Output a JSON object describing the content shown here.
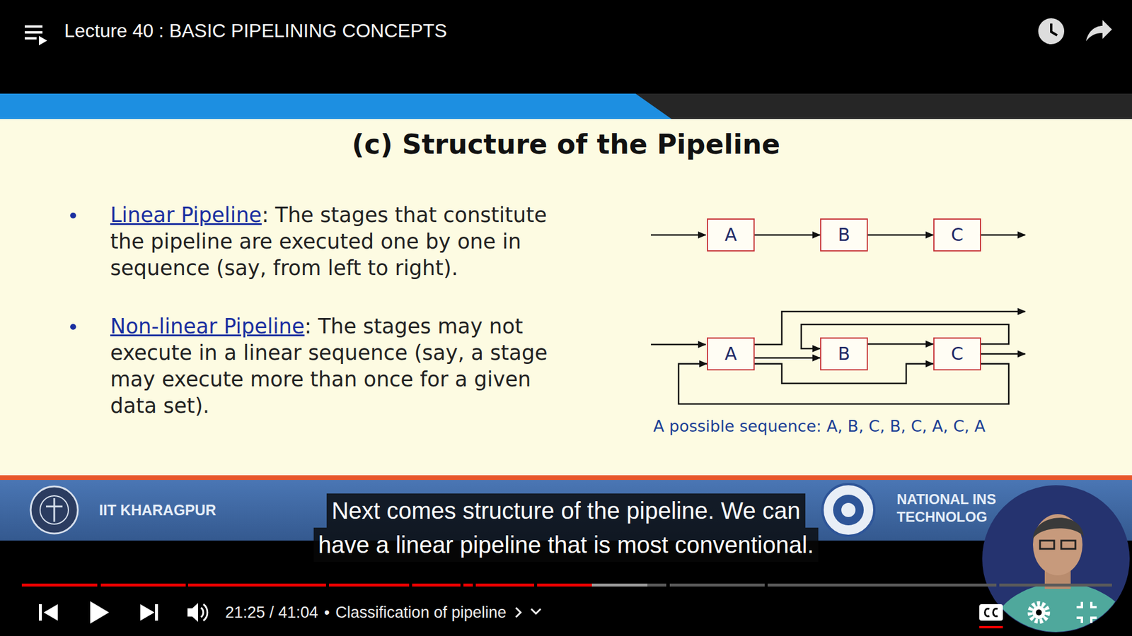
{
  "diagram": {
    "title": "(c) Structure of the Pipeline",
    "nodes": [
      {
        "text": [
          "A"
        ]
      },
      {
        "text": [
          "B"
        ]
      },
      {
        "text": [
          "C"
        ]
      },
      {
        "text": [
          "A"
        ]
      },
      {
        "text": [
          "B"
        ]
      },
      {
        "text": [
          "C"
        ]
      }
    ],
    "edges": [
      {
        "from": 0,
        "to": 1,
        "arrow": "to"
      },
      {
        "from": 1,
        "to": 2,
        "arrow": "to"
      },
      {
        "from": 3,
        "to": 4,
        "arrow": "to"
      },
      {
        "from": 3,
        "to": 5,
        "arrow": "to"
      },
      {
        "from": 4,
        "to": 5,
        "arrow": "to"
      },
      {
        "from": 5,
        "to": 4,
        "arrow": "to"
      },
      {
        "from": 5,
        "to": 3,
        "arrow": "to"
      }
    ],
    "labels": [
      "Lecture 40 : BASIC PIPELINING CONCEPTS",
      "Linear Pipeline",
      ": The stages that constitute the pipeline are executed one by one in sequence (say, from left to right).",
      "Non-linear Pipeline",
      ": The stages may not execute in a linear sequence (say, a stage may execute more than once for a given data set).",
      "A possible sequence: A, B, C, B, C, A, C, A",
      "IIT KHARAGPUR",
      "NATIONAL INS",
      "TECHNOLOG",
      "Next comes structure of the pipeline. We can",
      "have a linear pipeline that is most conventional.",
      "21:25 / 41:04",
      "•",
      "Classification of pipeline"
    ]
  }
}
